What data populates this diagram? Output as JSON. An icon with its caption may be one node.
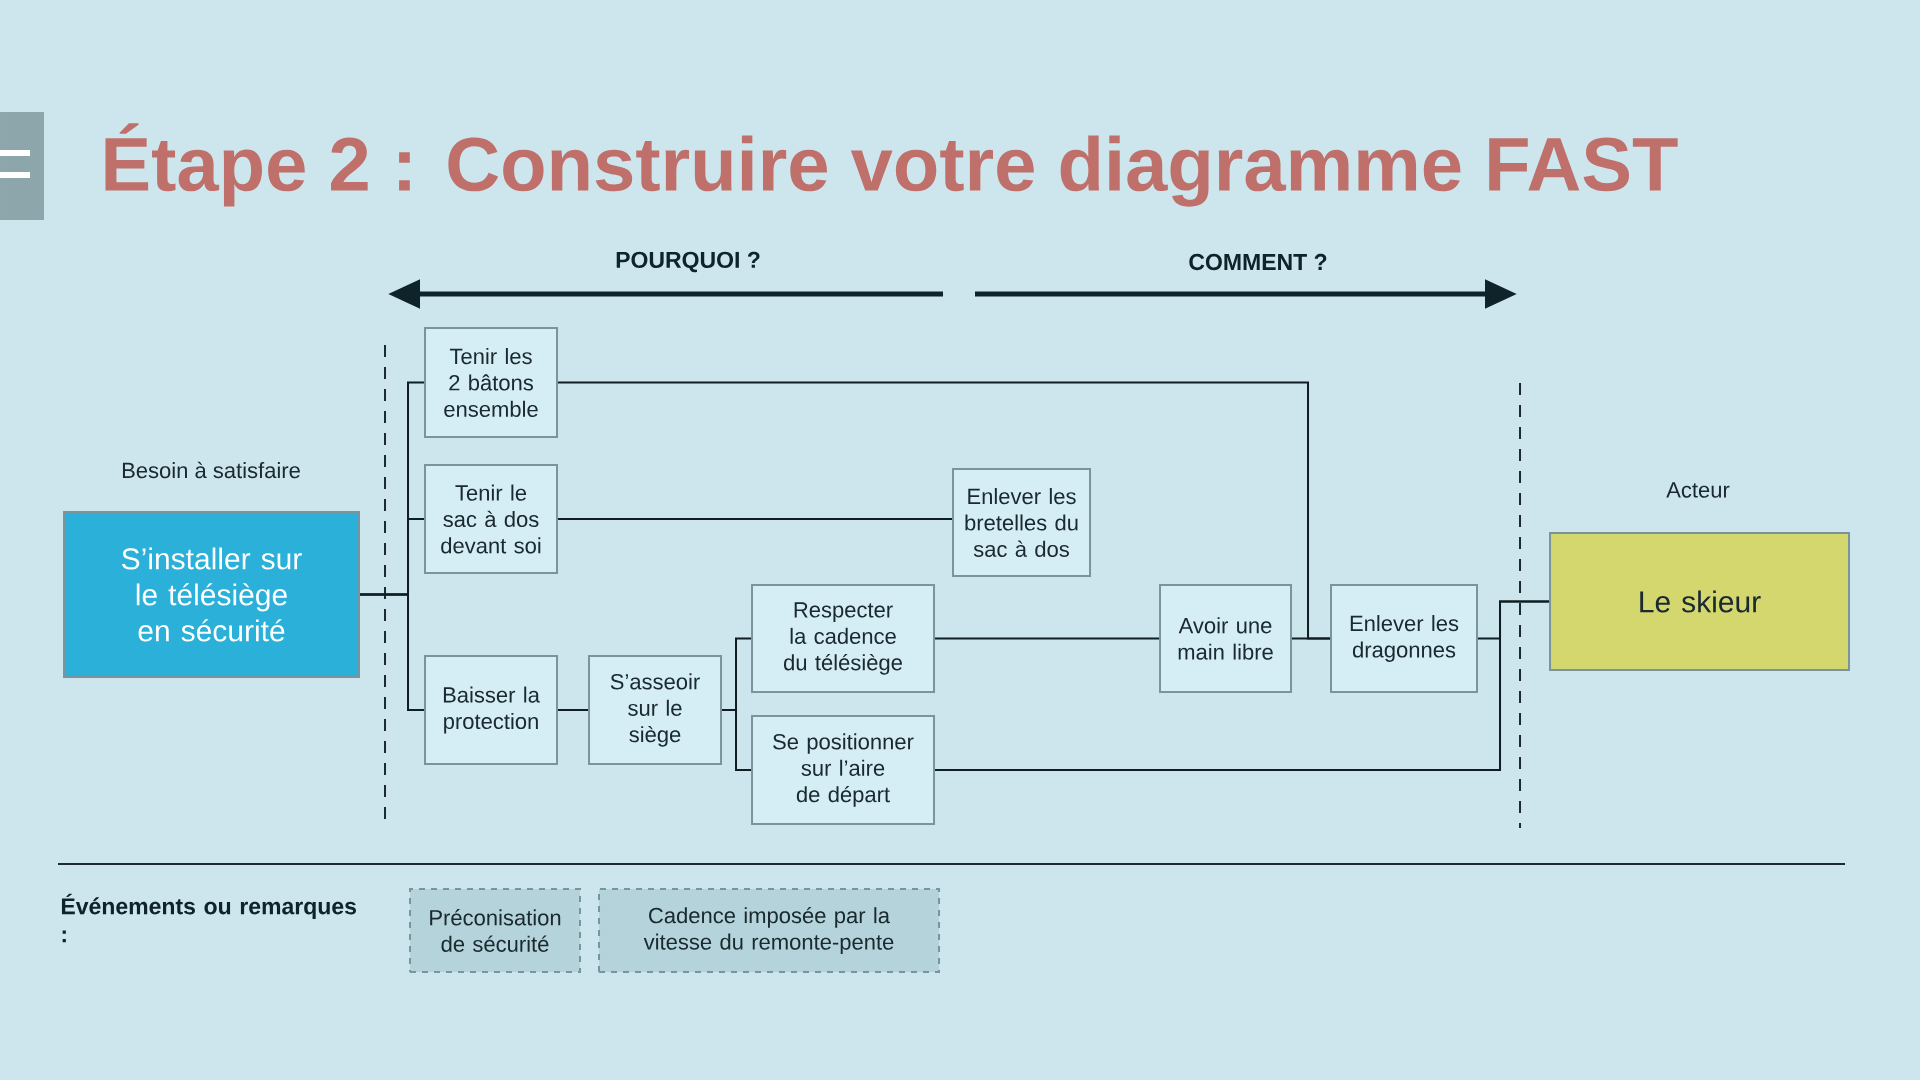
{
  "diagram": {
    "title": "Étape 2 : Construire votre diagramme FAST",
    "nodes": [
      {
        "text": [
          "S’installer sur le télésiège en sécurité"
        ],
        "beside": [
          "Besoin à satisfaire"
        ]
      },
      {
        "text": [
          "Tenir les 2 bâtons ensemble"
        ]
      },
      {
        "text": [
          "Tenir le sac à dos devant soi"
        ]
      },
      {
        "text": [
          "Baisser la protection"
        ]
      },
      {
        "text": [
          "S’asseoir sur le siège"
        ]
      },
      {
        "text": [
          "Respecter la cadence du télésiège"
        ]
      },
      {
        "text": [
          "Se positionner sur l’aire de départ"
        ]
      },
      {
        "text": [
          "Enlever les bretelles du sac à dos"
        ]
      },
      {
        "text": [
          "Avoir une main libre"
        ]
      },
      {
        "text": [
          "Enlever les dragonnes"
        ]
      },
      {
        "text": [
          "Le skieur"
        ],
        "beside": [
          "Acteur"
        ]
      },
      {
        "text": [
          "Préconisation de sécurité"
        ]
      },
      {
        "text": [
          "Cadence imposée par la vitesse du remonte-pente"
        ]
      }
    ],
    "edges": [
      {
        "from": 0,
        "to": 1,
        "arrow": "none"
      },
      {
        "from": 0,
        "to": 2,
        "arrow": "none"
      },
      {
        "from": 0,
        "to": 3,
        "arrow": "none"
      },
      {
        "from": 3,
        "to": 4,
        "arrow": "none"
      },
      {
        "from": 4,
        "to": 5,
        "arrow": "none"
      },
      {
        "from": 4,
        "to": 6,
        "arrow": "none"
      },
      {
        "from": 2,
        "to": 7,
        "arrow": "none"
      },
      {
        "from": 1,
        "to": 9,
        "arrow": "none"
      },
      {
        "from": 8,
        "to": 9,
        "arrow": "none"
      },
      {
        "from": 5,
        "to": 8,
        "arrow": "none"
      },
      {
        "from": 9,
        "to": 10,
        "arrow": "none"
      },
      {
        "from": 6,
        "to": 10,
        "arrow": "none"
      }
    ],
    "labels": [
      "POURQUOI ?",
      "COMMENT ?",
      "Événements ou remarques :"
    ]
  }
}
